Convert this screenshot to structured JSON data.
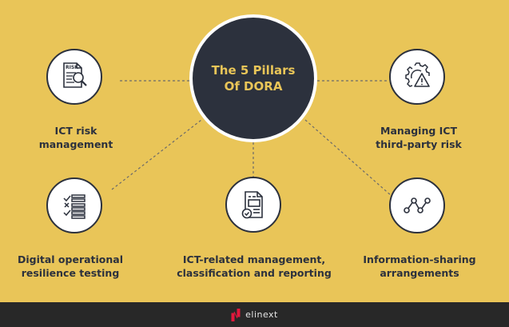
{
  "hub": {
    "line1": "The 5 Pillars",
    "line2": "Of DORA"
  },
  "pillars": [
    {
      "id": "ict-risk",
      "line1": "ICT risk",
      "line2": "management",
      "icon": "risk-document-magnifier-icon"
    },
    {
      "id": "third-party",
      "line1": "Managing ICT",
      "line2": "third-party risk",
      "icon": "gear-warning-icon"
    },
    {
      "id": "testing",
      "line1": "Digital operational",
      "line2": "resilience testing",
      "icon": "checklist-icon"
    },
    {
      "id": "incident",
      "line1": "ICT-related management,",
      "line2": "classification and reporting",
      "icon": "document-check-icon"
    },
    {
      "id": "info-sharing",
      "line1": "Information-sharing",
      "line2": "arrangements",
      "icon": "connected-nodes-icon"
    }
  ],
  "icon_text": {
    "risk": "RISK"
  },
  "footer": {
    "brand": "elinext"
  },
  "colors": {
    "background": "#e9c558",
    "dark": "#2c313d",
    "footer": "#282828",
    "accent_red": "#e3183c"
  }
}
